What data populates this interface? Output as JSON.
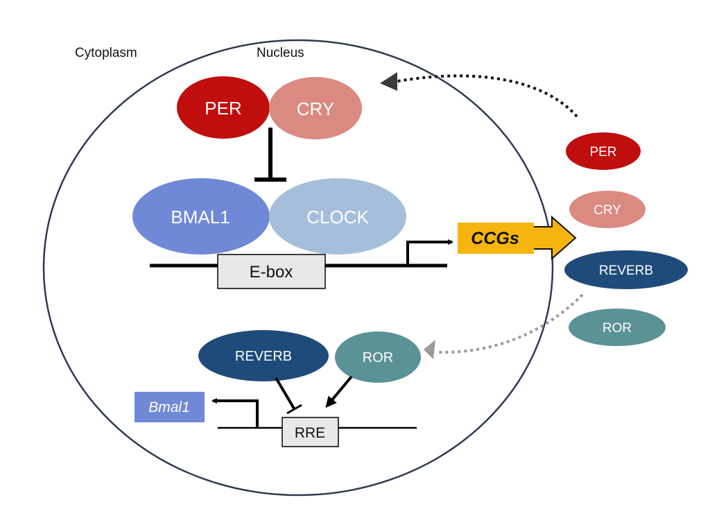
{
  "title": "Circadian clock transcriptional-translational feedback loop",
  "compartments": {
    "cytoplasm_label": "Cytoplasm",
    "nucleus_label": "Nucleus"
  },
  "nucleus": {
    "repressor_complex": [
      {
        "name": "PER",
        "color": "#c00d0d"
      },
      {
        "name": "CRY",
        "color": "#da8a80"
      }
    ],
    "activator_complex": [
      {
        "name": "BMAL1",
        "color": "#7089d6"
      },
      {
        "name": "CLOCK",
        "color": "#a5bfdb"
      }
    ],
    "ebox_label": "E-box",
    "ccgs_label": "CCGs",
    "ccgs_color": "#f6b40e",
    "rre_regulators": [
      {
        "name": "REVERB",
        "color": "#1e4b7a"
      },
      {
        "name": "ROR",
        "color": "#5a9296"
      }
    ],
    "rre_label": "RRE",
    "bmal1_gene_label": "Bmal1",
    "bmal1_gene_color": "#7089d6"
  },
  "cytoplasm_products": [
    {
      "name": "PER",
      "color": "#c00d0d"
    },
    {
      "name": "CRY",
      "color": "#da8a80"
    },
    {
      "name": "REVERB",
      "color": "#1e4b7a"
    },
    {
      "name": "ROR",
      "color": "#5a9296"
    }
  ],
  "edges": [
    {
      "from": "PER/CRY",
      "to": "BMAL1/CLOCK",
      "type": "inhibition"
    },
    {
      "from": "E-box",
      "to": "CCGs",
      "type": "transcription"
    },
    {
      "from": "cytoplasm PER/CRY",
      "to": "nucleus",
      "type": "translocation"
    },
    {
      "from": "cytoplasm REVERB/ROR",
      "to": "nucleus ROR",
      "type": "translocation"
    },
    {
      "from": "REVERB",
      "to": "RRE",
      "type": "inhibition"
    },
    {
      "from": "ROR",
      "to": "RRE",
      "type": "activation"
    },
    {
      "from": "RRE",
      "to": "Bmal1",
      "type": "transcription"
    }
  ]
}
